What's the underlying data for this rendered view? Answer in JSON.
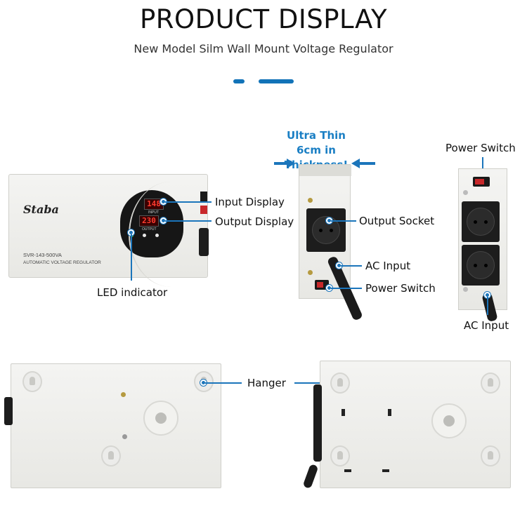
{
  "header": {
    "title": "PRODUCT DISPLAY",
    "subtitle": "New Model Silm Wall Mount Voltage Regulator"
  },
  "accent_color": "#1b75bb",
  "front_view": {
    "brand": "Staba",
    "model": "SVR-143-500VA",
    "product_line": "AUTOMATIC VOLTAGE REGULATOR",
    "input_reading": "148",
    "output_reading": "230",
    "input_caption": "INPUT",
    "output_caption": "OUTPUT",
    "callouts": {
      "input_display": "Input Display",
      "output_display": "Output Display",
      "led_indicator": "LED indicator"
    }
  },
  "side_view": {
    "thickness_note_line1": "Ultra Thin",
    "thickness_note_line2": "6cm in Thickness!",
    "callouts": {
      "output_socket": "Output Socket",
      "ac_input": "AC Input",
      "power_switch": "Power Switch"
    }
  },
  "end_view": {
    "callouts": {
      "power_switch": "Power Switch",
      "ac_input": "AC Input"
    }
  },
  "back_view": {
    "callouts": {
      "hanger": "Hanger"
    }
  }
}
